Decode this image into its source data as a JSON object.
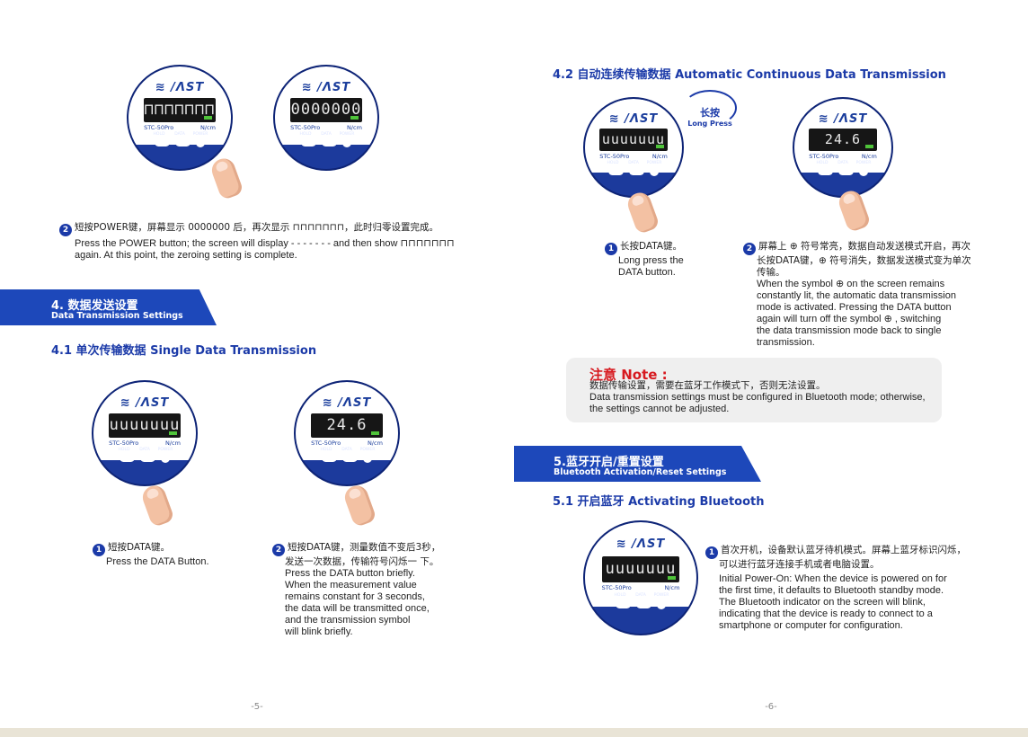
{
  "left_page": {
    "step2": {
      "num": "2",
      "zh": "短按POWER键，屏幕显示 0000000 后，再次显示 ⊓⊓⊓⊓⊓⊓⊓，此时归零设置完成。",
      "en": "Press the POWER button; the screen will display - - - - - - - and then show ⊓⊓⊓⊓⊓⊓⊓ again. At this point, the zeroing setting is complete."
    },
    "banner": {
      "zh": "4. 数据发送设置",
      "en": "Data Transmission Settings"
    },
    "section_4_1": "4.1 单次传输数据  Single Data Transmission",
    "step4_1_1": {
      "num": "1",
      "zh": "短按DATA键。",
      "en": "Press the DATA Button."
    },
    "step4_1_2": {
      "num": "2",
      "zh_line1": "短按DATA键，测量数值不变后3秒，",
      "zh_line2": "发送一次数据，传输符号闪烁一 下。",
      "en_lines": [
        "Press the DATA button briefly.",
        "When the measurement value",
        "remains constant for 3 seconds,",
        "the data will be transmitted once,",
        "and the transmission symbol",
        "will blink briefly."
      ]
    },
    "page_number": "-5-"
  },
  "right_page": {
    "section_4_2": "4.2 自动连续传输数据 Automatic Continuous Data Transmission",
    "long_press": {
      "zh": "长按",
      "en": "Long Press"
    },
    "step4_2_1": {
      "num": "1",
      "zh": "长按DATA键。",
      "en_lines": [
        "Long press the",
        "DATA button."
      ]
    },
    "step4_2_2": {
      "num": "2",
      "zh_lines": [
        "屏幕上 ⊕ 符号常亮，数据自动发送模式开启，再次",
        "长按DATA键，⊕ 符号消失，数据发送模式变为单次",
        "传输。"
      ],
      "en_lines": [
        "When the symbol ⊕  on the screen remains",
        "constantly lit, the automatic data transmission",
        "mode is activated. Pressing the DATA button",
        "again will turn off the symbol ⊕ , switching",
        "the data transmission mode back to single",
        "transmission."
      ]
    },
    "note": {
      "title": "注意 Note :",
      "zh": "数据传输设置，需要在蓝牙工作模式下，否则无法设置。",
      "en_lines": [
        "Data transmission settings must be configured in Bluetooth mode; otherwise,",
        "the settings cannot be adjusted."
      ]
    },
    "banner": {
      "zh": "5.蓝牙开启/重置设置",
      "en": "Bluetooth Activation/Reset Settings"
    },
    "section_5_1": "5.1 开启蓝牙 Activating Bluetooth",
    "step5_1_1": {
      "num": "1",
      "zh_lines": [
        "首次开机，设备默认蓝牙待机模式。屏幕上蓝牙标识闪烁，",
        "可以进行蓝牙连接手机或者电脑设置。"
      ],
      "en_lines": [
        "Initial Power-On: When the device is powered on for",
        "the first time, it defaults to Bluetooth standby mode.",
        "The Bluetooth indicator on the screen will blink,",
        "indicating that the device is ready to connect to a",
        "smartphone or computer for configuration."
      ]
    },
    "page_number": "-6-"
  },
  "device": {
    "logo": "≋ /ΛST",
    "model": "STC-50Pro",
    "unit": "N/cm",
    "buttons": [
      "HOLD",
      "DATA",
      "POWER"
    ],
    "displays": {
      "zero_dashes": "⊓⊓⊓⊓⊓⊓⊓",
      "zero_full": "0000000",
      "idle": "uuuuuuu",
      "value": "24.6"
    }
  },
  "colors": {
    "brand_blue": "#1b3aa8",
    "banner_blue": "#1d48ba",
    "note_red": "#d7191f",
    "lcd_bg": "#161616"
  }
}
